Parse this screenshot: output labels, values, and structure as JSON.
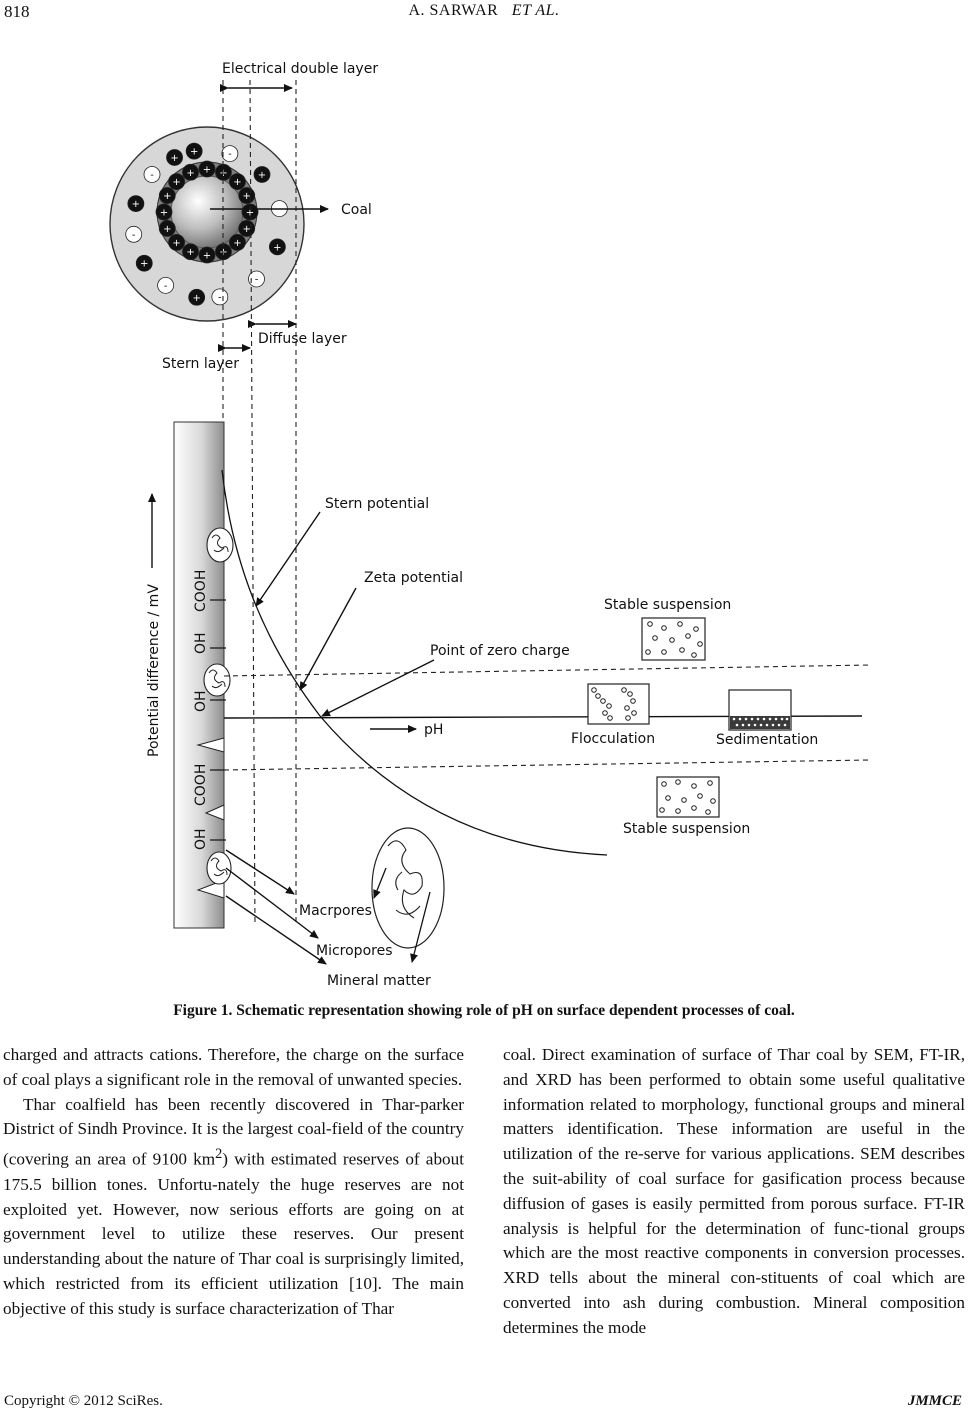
{
  "header": {
    "page_number": "818",
    "running_author": "A. SARWAR",
    "running_etal": "ET AL."
  },
  "figure": {
    "labels": {
      "edl": "Electrical double layer",
      "coal": "Coal",
      "diffuse": "Diffuse layer",
      "stern_layer": "Stern layer",
      "stern_potential": "Stern potential",
      "zeta_potential": "Zeta potential",
      "pzc": "Point of zero charge",
      "stable_top": "Stable suspension",
      "flocculation": "Flocculation",
      "sedimentation": "Sedimentation",
      "stable_bottom": "Stable suspension",
      "ph": "pH",
      "y_axis": "Potential difference / mV",
      "macropores": "Macrpores",
      "micropores": "Micropores",
      "mineral": "Mineral matter"
    },
    "groups": {
      "cooh": "COOH",
      "oh": "OH"
    },
    "charges": {
      "plus": "+",
      "minus": "-"
    },
    "caption": "Figure 1. Schematic representation showing role of pH on surface dependent processes of coal."
  },
  "body": {
    "col1": {
      "p1": "charged and attracts cations. Therefore, the charge on the surface of coal plays a significant role in the removal of unwanted species.",
      "p2a": "Thar coalfield has been recently discovered in Thar-parker District of Sindh Province. It is the largest coal-field of the country (covering an area of 9100 km",
      "p2sup": "2",
      "p2b": ") with estimated reserves of about 175.5 billion tones. Unfortu-nately the huge reserves are not exploited yet. However, now serious efforts are going on at government level to utilize these reserves. Our present understanding about the nature of Thar coal is surprisingly limited, which restricted from its efficient utilization [10]. The main objective of this study is surface characterization of Thar"
    },
    "col2": {
      "p1": "coal. Direct examination of surface of Thar coal by SEM, FT-IR, and XRD has been performed to obtain some useful qualitative information related to morphology, functional groups and mineral matters identification. These information are useful in the utilization of the re-serve for various applications. SEM describes the suit-ability of coal surface for gasification process because diffusion of gases is easily permitted from porous surface. FT-IR analysis is helpful for the determination of func-tional groups which are the most reactive components in conversion processes. XRD tells about the mineral con-stituents of coal which are converted into ash during combustion. Mineral composition determines the mode"
    }
  },
  "footer": {
    "copyright": "Copyright © 2012 SciRes.",
    "journal": "JMMCE"
  }
}
